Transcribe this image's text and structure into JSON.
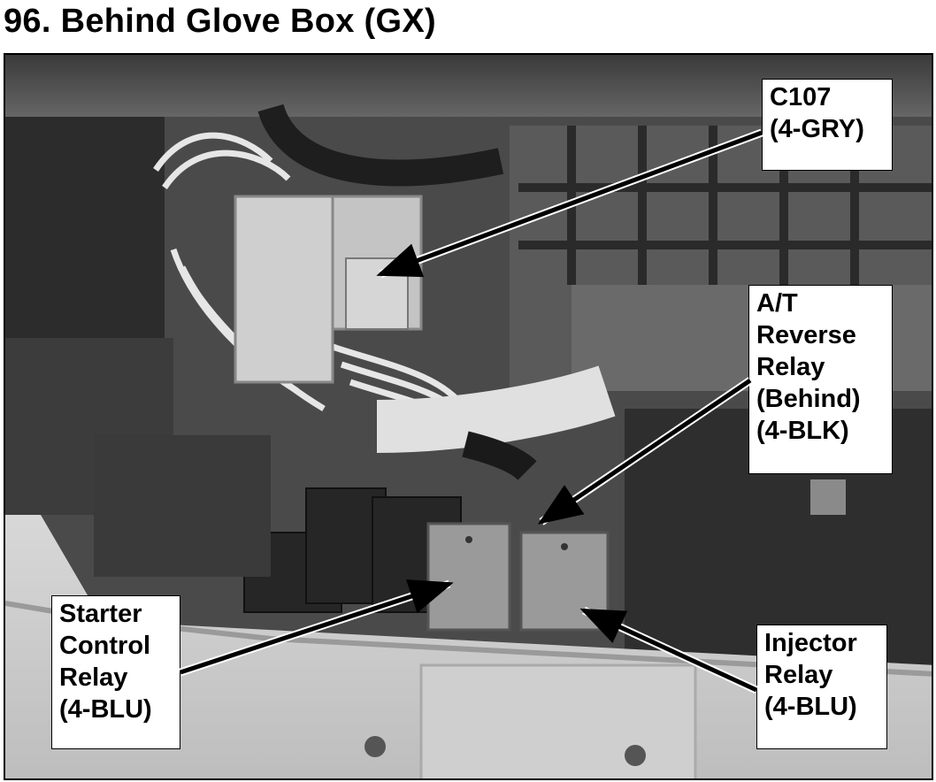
{
  "title": "96. Behind Glove Box (GX)",
  "callouts": {
    "c107": "C107\n(4-GRY)",
    "at_reverse": "A/T\nReverse\nRelay\n(Behind)\n(4-BLK)",
    "starter": "Starter\nControl\nRelay\n(4-BLU)",
    "injector": "Injector\nRelay\n(4-BLU)"
  }
}
